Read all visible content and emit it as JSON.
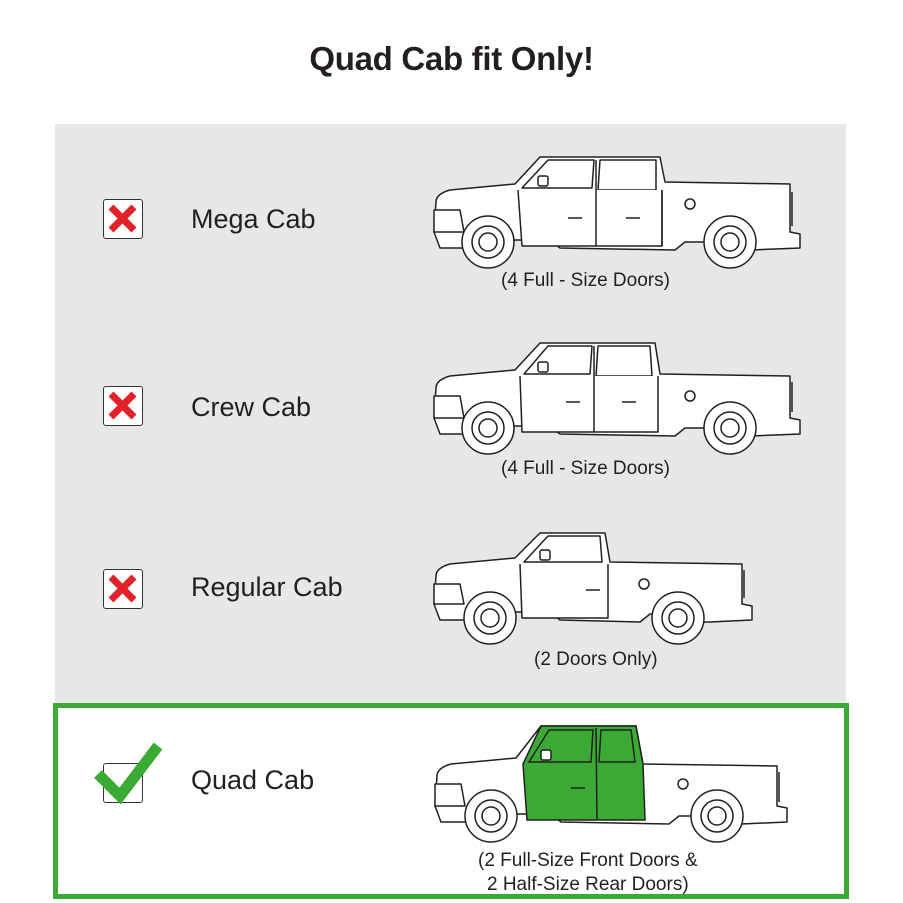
{
  "title": "Quad Cab fit Only!",
  "colors": {
    "panel": "#e6e7e8",
    "accent_green": "#3aaa35",
    "cross_red": "#e2222b",
    "outline": "#231f20"
  },
  "items": [
    {
      "label": "Mega Cab",
      "status": "not-fit",
      "status_icon": "red-x-icon",
      "caption": "(4 Full - Size Doors)"
    },
    {
      "label": "Crew Cab",
      "status": "not-fit",
      "status_icon": "red-x-icon",
      "caption": "(4 Full - Size Doors)"
    },
    {
      "label": "Regular Cab",
      "status": "not-fit",
      "status_icon": "red-x-icon",
      "caption": "(2 Doors Only)"
    },
    {
      "label": "Quad Cab",
      "status": "fit",
      "status_icon": "green-check-icon",
      "caption_line1": "(2 Full-Size Front Doors &",
      "caption_line2": "2 Half-Size Rear Doors)"
    }
  ]
}
